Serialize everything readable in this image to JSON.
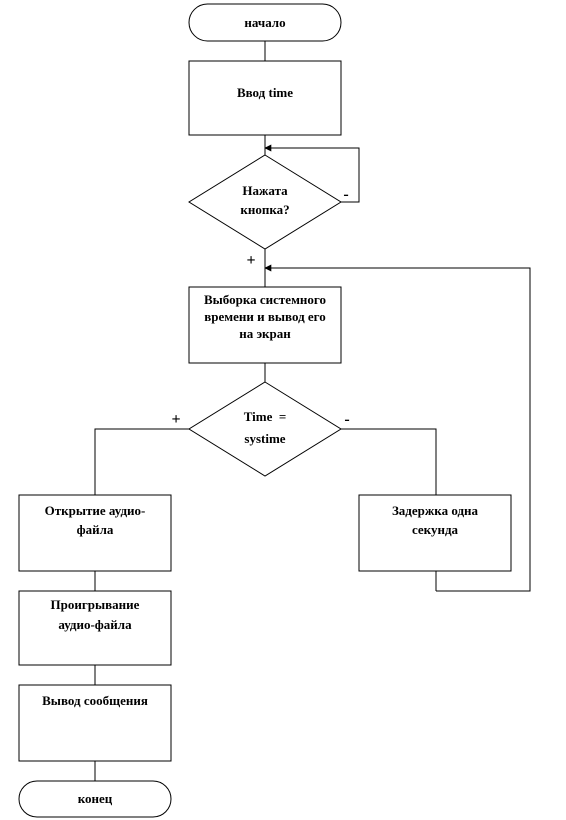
{
  "flowchart": {
    "start": {
      "label": "начало"
    },
    "input_time": {
      "label": "Ввод time"
    },
    "button_pressed": {
      "line1": "Нажата",
      "line2": "кнопка?",
      "no_label": "-",
      "yes_label": "+"
    },
    "get_system_time": {
      "line1": "Выборка системного",
      "line2": "времени и вывод его",
      "line3": "на экран"
    },
    "compare_time": {
      "line1": "Time  =",
      "line2": "systime",
      "yes_label": "+",
      "no_label": "-"
    },
    "open_audio": {
      "line1": "Открытие аудио-",
      "line2": "файла"
    },
    "delay": {
      "line1": "Задержка одна",
      "line2": "секунда"
    },
    "play_audio": {
      "line1": "Проигрывание",
      "line2": "аудио-файла"
    },
    "show_message": {
      "label": "Вывод сообщения"
    },
    "end": {
      "label": "конец"
    }
  }
}
